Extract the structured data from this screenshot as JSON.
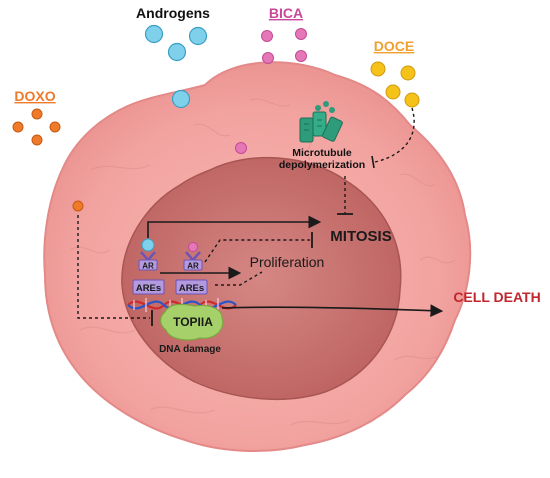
{
  "labels": {
    "androgens": "Androgens",
    "bica": "BICA",
    "doce": "DOCE",
    "doxo": "DOXO",
    "microtubule_line1": "Microtubule",
    "microtubule_line2": "depolymerization",
    "mitosis": "MITOSIS",
    "proliferation": "Proliferation",
    "ar_left": "AR",
    "ar_right": "AR",
    "ares_left": "AREs",
    "ares_right": "AREs",
    "topiia": "TOPIIA",
    "dna_damage": "DNA damage",
    "cell_death": "CELL DEATH"
  },
  "colors": {
    "androgen": "#7fd0ea",
    "bica": "#e577b8",
    "doce": "#f5c21a",
    "doxo": "#ee7a2a",
    "doce_label": "#f0a030",
    "doxo_label": "#ee7a2a",
    "bica_label": "#c8489a",
    "cell_death": "#c0262d",
    "cell": "#f2a7a5",
    "nucleus": "#c8726f",
    "receptor": "#b39ae0",
    "topiia": "#a6d16a",
    "microtubule": "#2e9b7b"
  }
}
